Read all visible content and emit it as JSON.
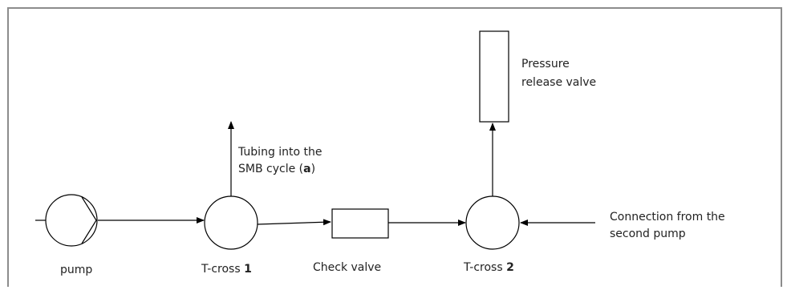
{
  "diagram": {
    "pump": "pump",
    "tcross1_prefix": "T-cross ",
    "tcross1_number": "1",
    "check_valve": "Check valve",
    "tcross2_prefix": "T-cross ",
    "tcross2_number": "2",
    "tubing_line1": "Tubing into the",
    "tubing_line2_pre": "SMB cycle (",
    "tubing_line2_bold": "a",
    "tubing_line2_post": ")",
    "pressure_line1": "Pressure",
    "pressure_line2": "release valve",
    "connection_line1": "Connection from the",
    "connection_line2": "second pump"
  }
}
